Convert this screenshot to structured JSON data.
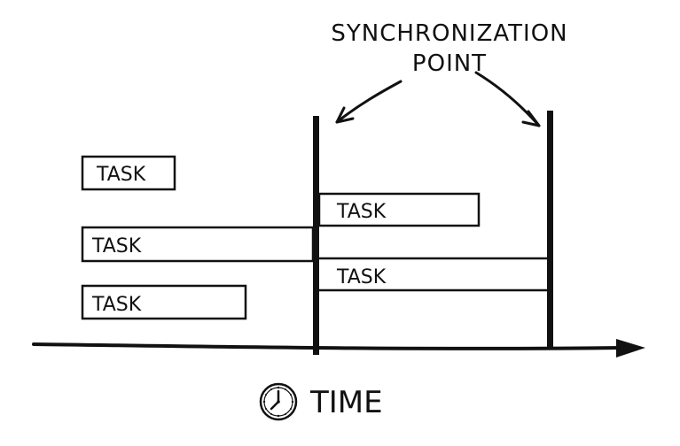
{
  "annotation": {
    "line1": "SYNCHRONIZATION",
    "line2": "POINT"
  },
  "tasks": [
    {
      "label": "TASK"
    },
    {
      "label": "TASK"
    },
    {
      "label": "TASK"
    },
    {
      "label": "TASK"
    },
    {
      "label": "TASK"
    }
  ],
  "axis": {
    "label": "TIME",
    "icon": "clock-icon"
  }
}
